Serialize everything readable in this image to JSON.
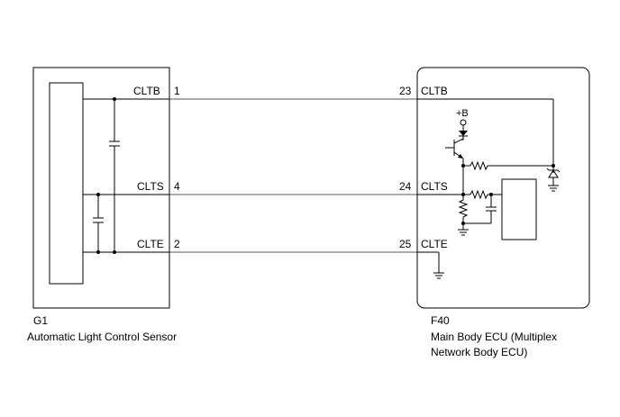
{
  "left_component": {
    "code": "G1",
    "name": "Automatic Light Control Sensor",
    "pins": [
      {
        "number": "1",
        "name": "CLTB"
      },
      {
        "number": "4",
        "name": "CLTS"
      },
      {
        "number": "2",
        "name": "CLTE"
      }
    ]
  },
  "right_component": {
    "code": "F40",
    "name_line1": "Main Body ECU (Multiplex",
    "name_line2": "Network Body ECU)",
    "supply_label": "+B",
    "pins": [
      {
        "number": "23",
        "name": "CLTB"
      },
      {
        "number": "24",
        "name": "CLTS"
      },
      {
        "number": "25",
        "name": "CLTE"
      }
    ]
  },
  "colors": {
    "line": "#000000",
    "wire": "#555555",
    "background": "#ffffff"
  }
}
